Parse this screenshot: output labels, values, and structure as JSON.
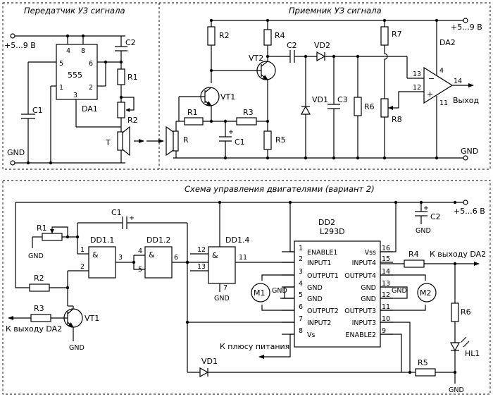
{
  "top_left": {
    "title": "Передатчик УЗ сигнала",
    "supply": "+5...9 В",
    "gnd": "GND",
    "ic_type": "555",
    "ic_ref": "DA1",
    "pins": {
      "p4": "4",
      "p8": "8",
      "p5": "5",
      "p6": "6",
      "p1": "1",
      "p2": "2",
      "p3": "3"
    },
    "refs": {
      "c1": "C1",
      "c2": "C2",
      "r1": "R1",
      "r2": "R2",
      "t": "T"
    }
  },
  "top_right": {
    "title": "Приемник УЗ сигнала",
    "supply": "+5...9 В",
    "gnd": "GND",
    "output": "Выход",
    "opamp_ref": "DA2",
    "pins": {
      "p13": "13",
      "p12": "12",
      "p4": "4",
      "p14": "14",
      "p11": "11"
    },
    "refs": {
      "r": "R",
      "r1": "R1",
      "r2": "R2",
      "r3": "R3",
      "r4": "R4",
      "r5": "R5",
      "r6": "R6",
      "r7": "R7",
      "r8": "R8",
      "c1": "C1",
      "c2": "C2",
      "c3": "C3",
      "vt1": "VT1",
      "vt2": "VT2",
      "vd1": "VD1",
      "vd2": "VD2"
    }
  },
  "bottom": {
    "title": "Схема управления двигателями (вариант 2)",
    "supply": "+5...6 В",
    "gnd": "GND",
    "to_da2": "К выходу DA2",
    "to_da2_right": "К выходу DA2",
    "to_power": "К плюсу питания",
    "chip_ref": "DD2",
    "chip_type": "L293D",
    "gates": {
      "g1": "DD1.1",
      "g2": "DD1.2",
      "g4": "DD1.4",
      "amp": "&"
    },
    "gate_pins": {
      "a1": "1",
      "a2": "2",
      "a3": "3",
      "b4": "4",
      "b5": "5",
      "b6": "6",
      "c12": "12",
      "c13": "13",
      "c11": "11",
      "c7": "7"
    },
    "left_pins": [
      {
        "num": "1",
        "label": "ENABLE1"
      },
      {
        "num": "2",
        "label": "INPUT1"
      },
      {
        "num": "3",
        "label": "OUTPUT1"
      },
      {
        "num": "4",
        "label": "GND"
      },
      {
        "num": "5",
        "label": "GND"
      },
      {
        "num": "6",
        "label": "OUTPUT2"
      },
      {
        "num": "7",
        "label": "INPUT2"
      },
      {
        "num": "8",
        "label": "Vs"
      }
    ],
    "right_pins": [
      {
        "num": "16",
        "label": "Vss"
      },
      {
        "num": "15",
        "label": "INPUT4"
      },
      {
        "num": "14",
        "label": "OUTPUT4"
      },
      {
        "num": "13",
        "label": "GND"
      },
      {
        "num": "12",
        "label": "GND"
      },
      {
        "num": "11",
        "label": "OUTPUT3"
      },
      {
        "num": "10",
        "label": "INPUT3"
      },
      {
        "num": "9",
        "label": "ENABLE2"
      }
    ],
    "refs": {
      "r1": "R1",
      "r2": "R2",
      "r3": "R3",
      "r4": "R4",
      "r5": "R5",
      "r6": "R6",
      "c1": "C1",
      "c2": "C2",
      "vt1": "VT1",
      "vd1": "VD1",
      "m1": "M1",
      "m2": "M2",
      "hl1": "HL1"
    },
    "plus": "+"
  }
}
